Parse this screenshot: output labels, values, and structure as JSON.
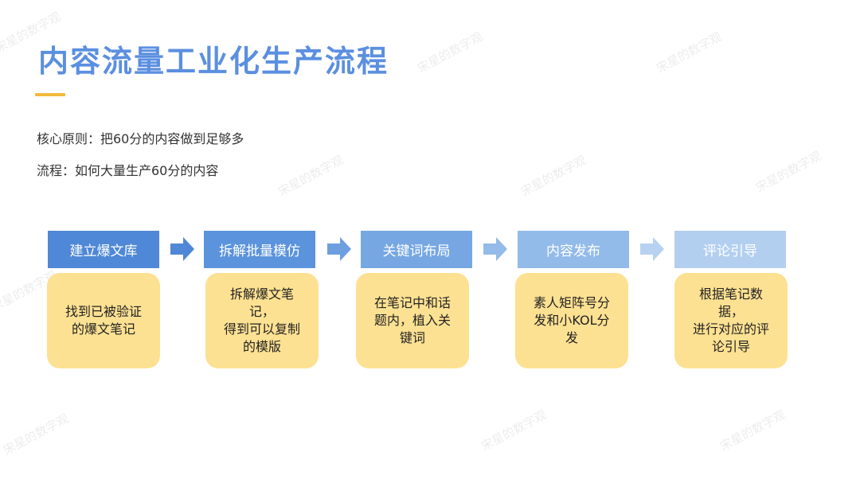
{
  "title": "内容流量工业化生产流程",
  "principles": [
    "核心原则：把60分的内容做到足够多",
    "流程：如何大量生产60分的内容"
  ],
  "steps": [
    {
      "head": "建立爆文库",
      "body": "找到已被验证\n的爆文笔记",
      "color": "#4f88d6"
    },
    {
      "head": "拆解批量模仿",
      "body": "拆解爆文笔记，\n得到可以复制\n的模版",
      "color": "#5b93dc"
    },
    {
      "head": "关键词布局",
      "body": "在笔记中和话\n题内，植入关\n键词",
      "color": "#76a7e3"
    },
    {
      "head": "内容发布",
      "body": "素人矩阵号分\n发和小KOL分\n发",
      "color": "#93bbea"
    },
    {
      "head": "评论引导",
      "body": "根据笔记数据，\n进行对应的评\n论引导",
      "color": "#b3cff0"
    }
  ],
  "arrow_colors": [
    "#4f88d6",
    "#6d9fe0",
    "#94bbea",
    "#b7d1f1"
  ],
  "watermark": "宋星的数字观"
}
